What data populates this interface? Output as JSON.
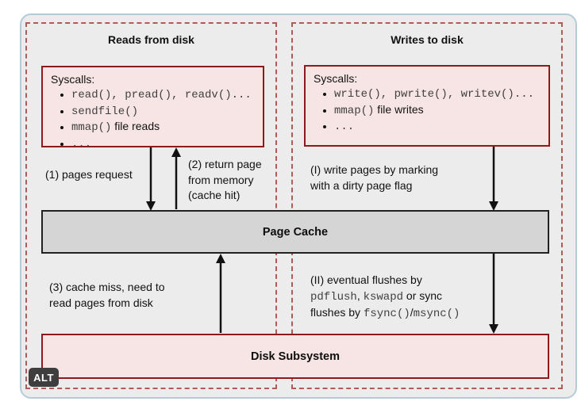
{
  "reads": {
    "title": "Reads from disk",
    "syscalls_heading": "Syscalls:",
    "bullets": [
      {
        "segments": [
          {
            "text": "read(), pread(), readv()...",
            "style": "mono"
          }
        ]
      },
      {
        "segments": [
          {
            "text": "sendfile()",
            "style": "mono"
          }
        ]
      },
      {
        "segments": [
          {
            "text": "mmap()",
            "style": "mono"
          },
          {
            "text": " file reads",
            "style": "sans"
          }
        ]
      },
      {
        "segments": [
          {
            "text": "...",
            "style": "mono"
          }
        ]
      }
    ]
  },
  "writes": {
    "title": "Writes to disk",
    "syscalls_heading": "Syscalls:",
    "bullets": [
      {
        "segments": [
          {
            "text": "write(), pwrite(), writev()...",
            "style": "mono"
          }
        ]
      },
      {
        "segments": [
          {
            "text": "mmap()",
            "style": "mono"
          },
          {
            "text": " file writes",
            "style": "sans"
          }
        ]
      },
      {
        "segments": [
          {
            "text": "...",
            "style": "mono"
          }
        ]
      }
    ]
  },
  "page_cache": {
    "label": "Page Cache"
  },
  "disk": {
    "label": "Disk Subsystem"
  },
  "labels": {
    "pages_request": "(1) pages request",
    "cache_hit": {
      "lines": [
        "(2) return page",
        "from memory",
        "(cache hit)"
      ]
    },
    "dirty_flag": {
      "lines": [
        "(I) write pages by marking",
        "with a dirty page flag"
      ]
    },
    "cache_miss": {
      "lines": [
        "(3) cache miss, need to",
        "read pages from disk"
      ]
    },
    "flush": {
      "line1": "(II) eventual flushes by",
      "line2": [
        {
          "text": "pdflush",
          "style": "mono"
        },
        {
          "text": ", ",
          "style": "sans"
        },
        {
          "text": "kswapd",
          "style": "mono"
        },
        {
          "text": " or sync",
          "style": "sans"
        }
      ],
      "line3": [
        {
          "text": "flushes by ",
          "style": "sans"
        },
        {
          "text": "fsync()",
          "style": "mono"
        },
        {
          "text": "/",
          "style": "sans"
        },
        {
          "text": "msync()",
          "style": "mono"
        }
      ]
    }
  },
  "badge": {
    "label": "ALT"
  },
  "colors": {
    "card_background": "#ececec",
    "card_border": "#b5cbd8",
    "dashed_border": "#b15b56",
    "box_border": "#8e1b1b",
    "box_fill": "#f7e5e5",
    "cache_fill": "#d5d5d5",
    "cache_border": "#222222",
    "badge_background": "#3e3e3e",
    "arrow": "#111111"
  }
}
